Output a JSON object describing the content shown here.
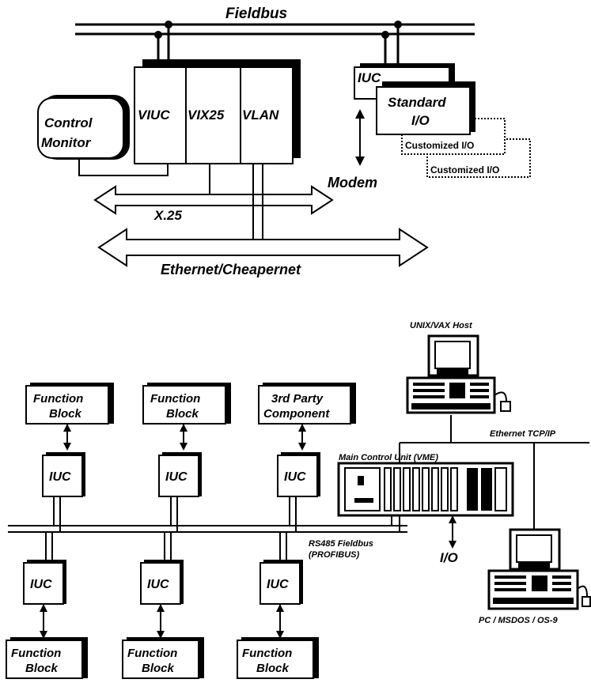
{
  "top_diagram": {
    "fieldbus_label": "Fieldbus",
    "control_monitor_line1": "Control",
    "control_monitor_line2": "Monitor",
    "rack_module_1": "VIUC",
    "rack_module_2": "VIX25",
    "rack_module_3": "VLAN",
    "iuc_label": "IUC",
    "standard_io_line1": "Standard",
    "standard_io_line2": "I/O",
    "customized_io_1": "Customized I/O",
    "customized_io_2": "Customized I/O",
    "modem_label": "Modem",
    "x25_label": "X.25",
    "ethernet_label": "Ethernet/Cheapernet"
  },
  "bottom_diagram": {
    "host_label": "UNIX/VAX Host",
    "ethernet_tcp_label": "Ethernet TCP/IP",
    "main_control_unit_label": "Main Control Unit (VME)",
    "fieldbus_label_line1": "RS485 Fieldbus",
    "fieldbus_label_line2": "(PROFIBUS)",
    "io_label": "I/O",
    "pc_label": "PC / MSDOS / OS-9",
    "upper_blocks": [
      {
        "line1": "Function",
        "line2": "Block",
        "iuc": "IUC"
      },
      {
        "line1": "Function",
        "line2": "Block",
        "iuc": "IUC"
      },
      {
        "line1": "3rd Party",
        "line2": "Component",
        "iuc": "IUC"
      }
    ],
    "lower_blocks": [
      {
        "line1": "Function",
        "line2": "Block",
        "iuc": "IUC"
      },
      {
        "line1": "Function",
        "line2": "Block",
        "iuc": "IUC"
      },
      {
        "line1": "Function",
        "line2": "Block",
        "iuc": "IUC"
      }
    ]
  }
}
